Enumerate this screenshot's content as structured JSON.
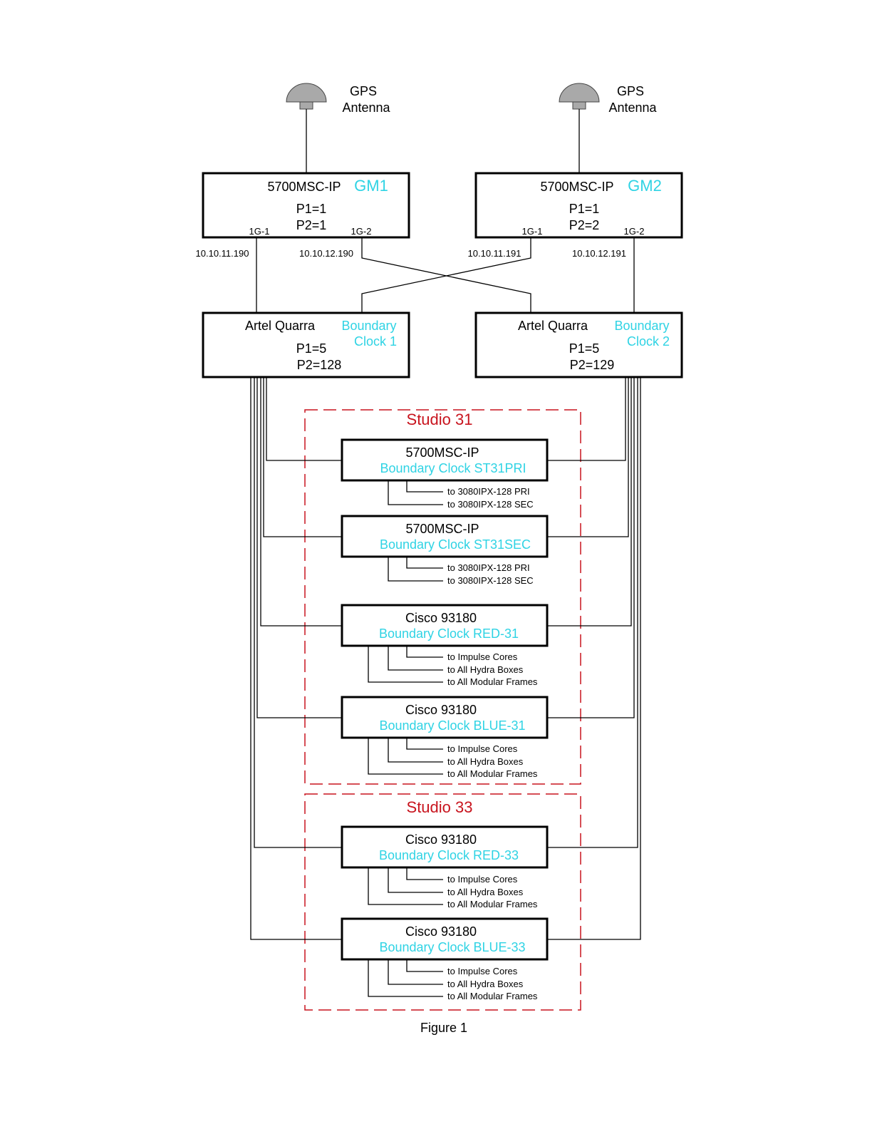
{
  "colors": {
    "accent_cyan": "#2fd3e4",
    "studio_red": "#c8141e",
    "line": "#000000"
  },
  "antennas": [
    {
      "line1": "GPS",
      "line2": "Antenna",
      "icon": "gps-antenna-icon"
    },
    {
      "line1": "GPS",
      "line2": "Antenna",
      "icon": "gps-antenna-icon"
    }
  ],
  "grandmasters": [
    {
      "model": "5700MSC-IP",
      "tag": "GM1",
      "p1": "P1=1",
      "p2": "P2=1",
      "port1": "1G-1",
      "port2": "1G-2",
      "ip1": "10.10.11.190",
      "ip2": "10.10.12.190"
    },
    {
      "model": "5700MSC-IP",
      "tag": "GM2",
      "p1": "P1=1",
      "p2": "P2=2",
      "port1": "1G-1",
      "port2": "1G-2",
      "ip1": "10.10.11.191",
      "ip2": "10.10.12.191"
    }
  ],
  "boundary_clocks": [
    {
      "model": "Artel Quarra",
      "tag1": "Boundary",
      "tag2": "Clock 1",
      "p1": "P1=5",
      "p2": "P2=128"
    },
    {
      "model": "Artel Quarra",
      "tag1": "Boundary",
      "tag2": "Clock 2",
      "p1": "P1=5",
      "p2": "P2=129"
    }
  ],
  "studios": [
    {
      "title": "Studio 31"
    },
    {
      "title": "Studio 33"
    }
  ],
  "devices": [
    {
      "model": "5700MSC-IP",
      "label": "Boundary Clock ST31PRI",
      "outputs": [
        "to 3080IPX-128 PRI",
        "to 3080IPX-128 SEC"
      ]
    },
    {
      "model": "5700MSC-IP",
      "label": "Boundary Clock ST31SEC",
      "outputs": [
        "to 3080IPX-128 PRI",
        "to 3080IPX-128 SEC"
      ]
    },
    {
      "model": "Cisco 93180",
      "label": "Boundary Clock RED-31",
      "outputs": [
        "to Impulse Cores",
        "to All Hydra Boxes",
        "to All Modular Frames"
      ]
    },
    {
      "model": "Cisco 93180",
      "label": "Boundary Clock BLUE-31",
      "outputs": [
        "to Impulse Cores",
        "to All Hydra Boxes",
        "to All Modular Frames"
      ]
    },
    {
      "model": "Cisco 93180",
      "label": "Boundary Clock RED-33",
      "outputs": [
        "to Impulse Cores",
        "to All Hydra Boxes",
        "to All Modular Frames"
      ]
    },
    {
      "model": "Cisco 93180",
      "label": "Boundary Clock BLUE-33",
      "outputs": [
        "to Impulse Cores",
        "to All Hydra Boxes",
        "to All Modular Frames"
      ]
    }
  ],
  "caption": "Figure 1"
}
